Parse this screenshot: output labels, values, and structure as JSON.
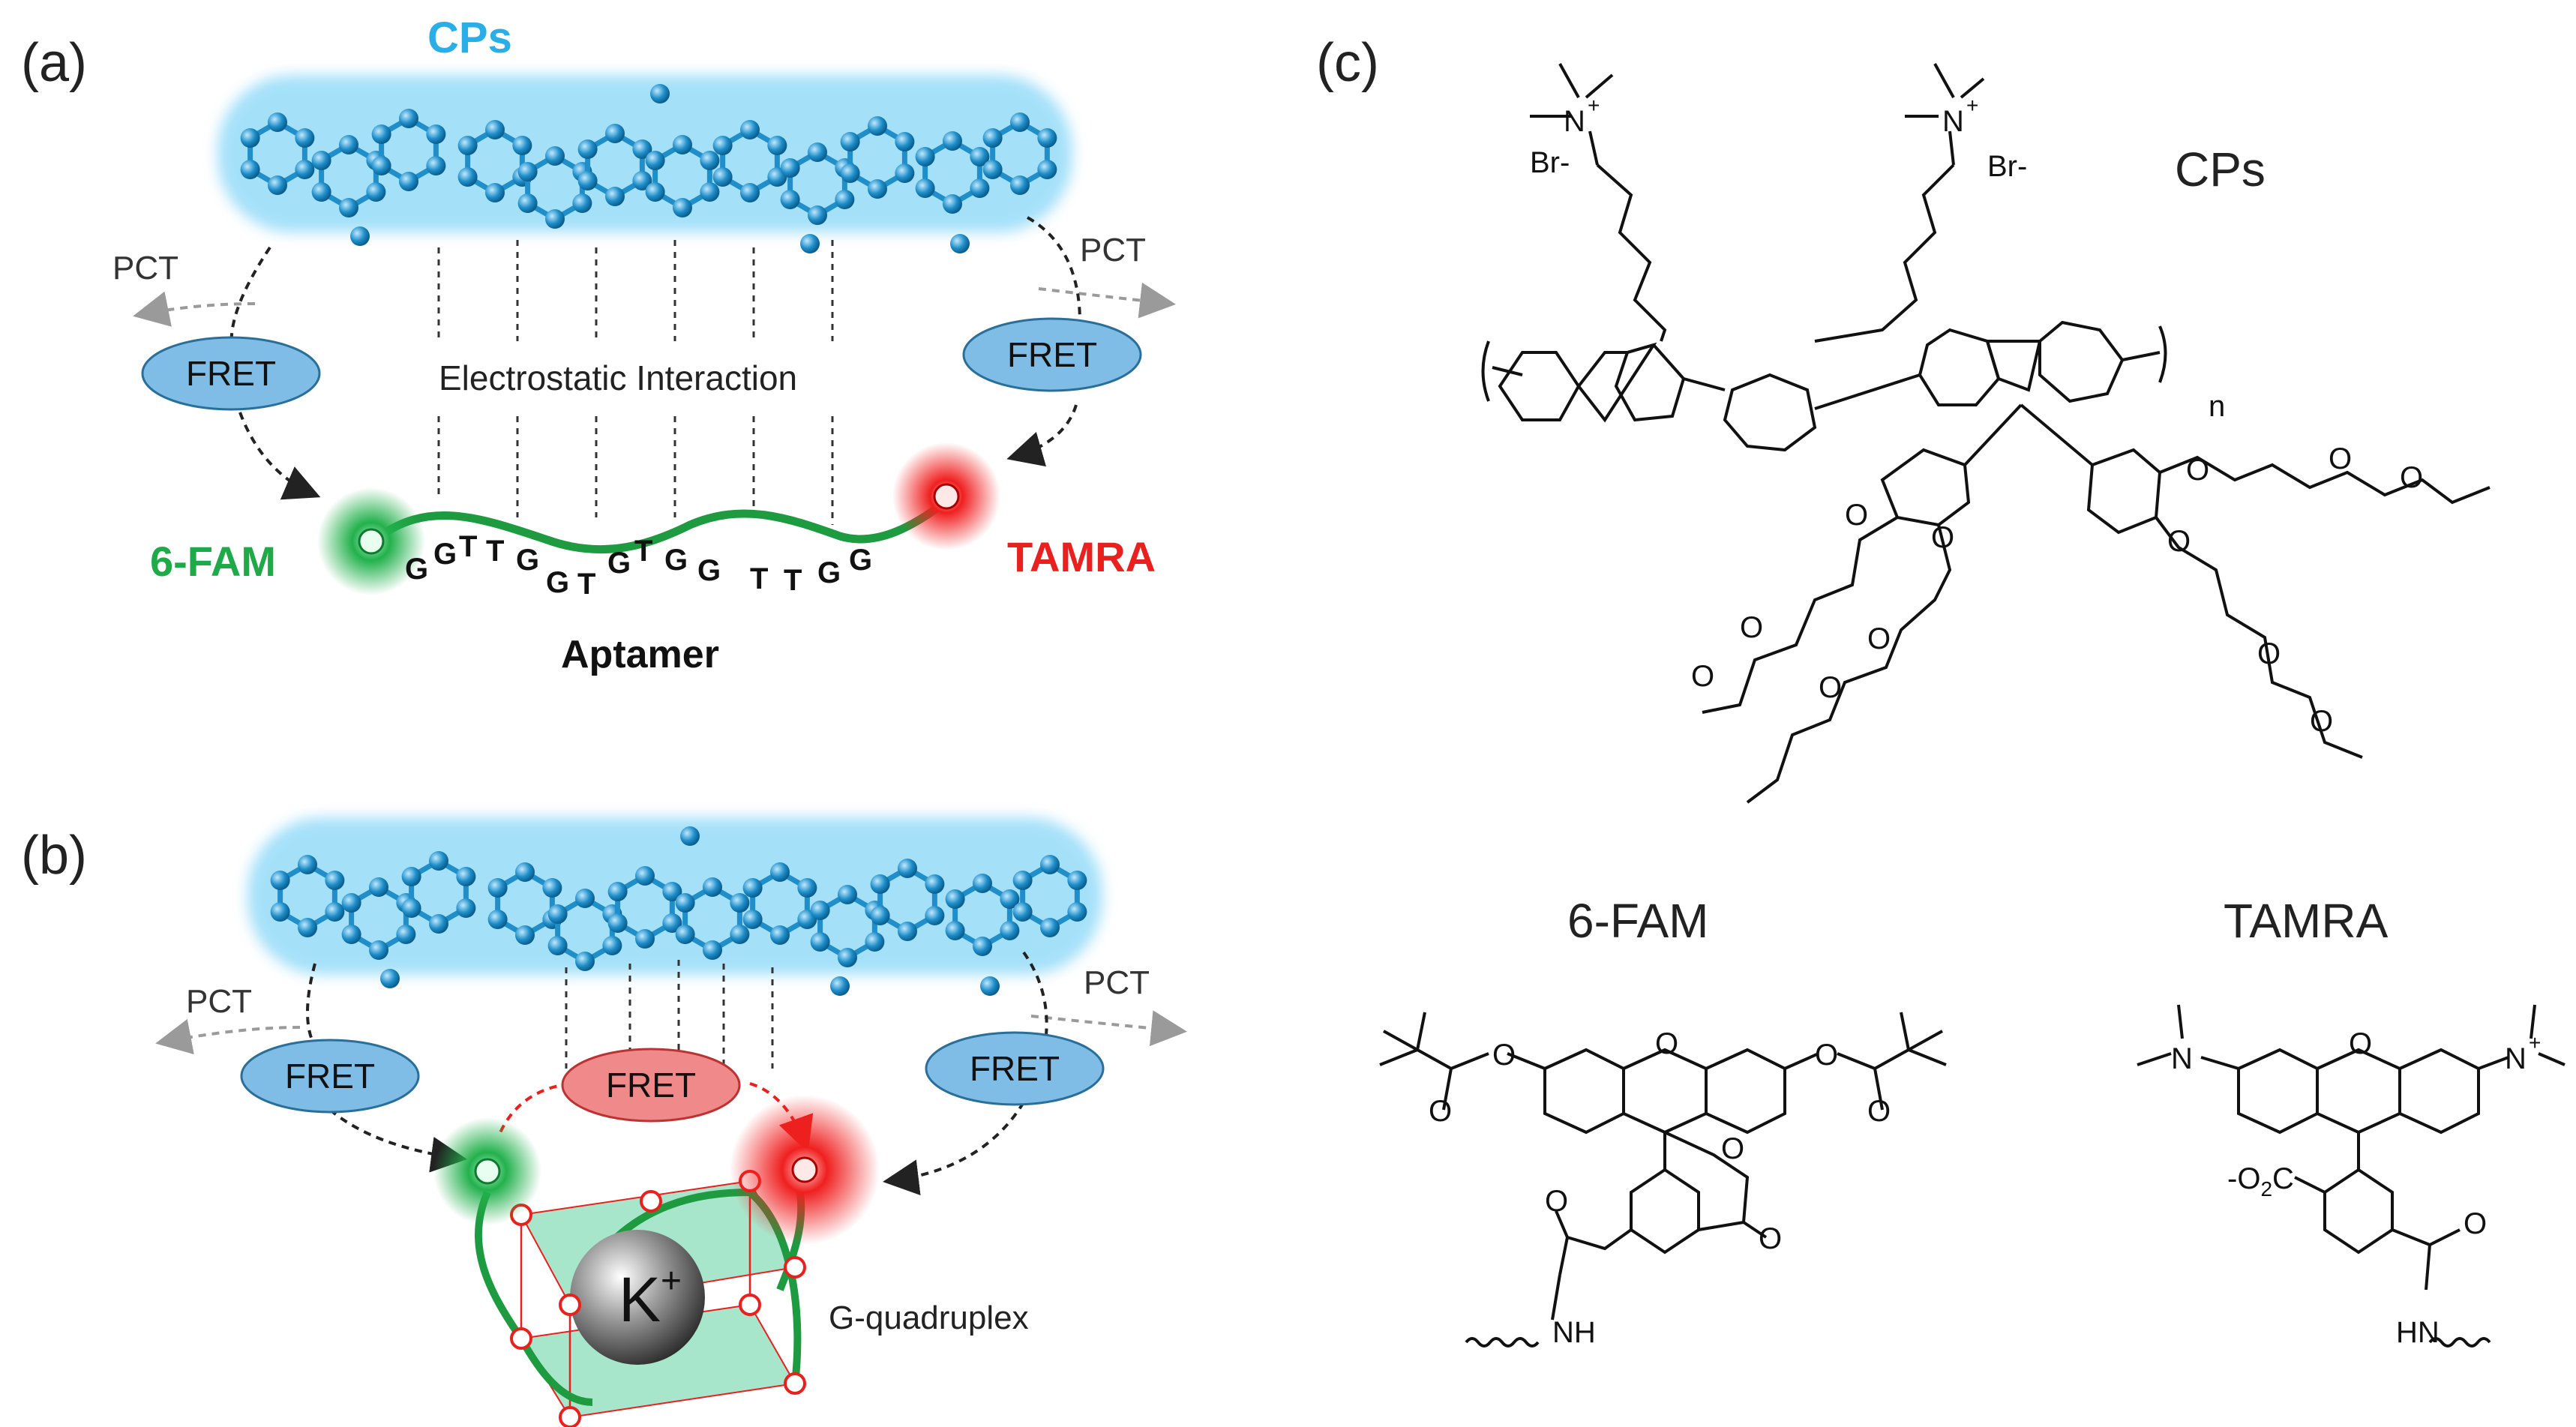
{
  "panels": {
    "a": {
      "label": "(a)",
      "cp_title": "CPs",
      "pct_left": "PCT",
      "pct_right": "PCT",
      "fret_left": "FRET",
      "fret_right": "FRET",
      "interaction": "Electrostatic Interaction",
      "donor": "6-FAM",
      "acceptor": "TAMRA",
      "aptamer_label": "Aptamer",
      "sequence": [
        "G",
        "G",
        "T",
        "T",
        "G",
        "G",
        "T",
        "G",
        "T",
        "G",
        "G",
        "T",
        "T",
        "G",
        "G"
      ]
    },
    "b": {
      "label": "(b)",
      "pct_left": "PCT",
      "pct_right": "PCT",
      "fret_left": "FRET",
      "fret_center": "FRET",
      "fret_right": "FRET",
      "ion": "K",
      "ion_charge": "+",
      "quadruplex_label": "G-quadruplex"
    },
    "c": {
      "label": "(c)",
      "cp_label": "CPs",
      "fam_label": "6-FAM",
      "tamra_label": "TAMRA",
      "atoms": {
        "nplus": "N",
        "plus": "+",
        "br": "Br-",
        "o": "O",
        "n_repeat": "n",
        "nh": "NH",
        "hn": "HN",
        "co2": "-O",
        "co2_sub": "2",
        "co2_c": "C"
      }
    }
  },
  "colors": {
    "cp_glow": "#29b6f6",
    "cp_bead": "#1a8fc6",
    "fret_fill": "#7fbde6",
    "fret_red_fill": "#f08a8a",
    "donor_green": "#1faa4a",
    "acceptor_red": "#e8201e",
    "arrow_grey": "#9a9a9a"
  }
}
